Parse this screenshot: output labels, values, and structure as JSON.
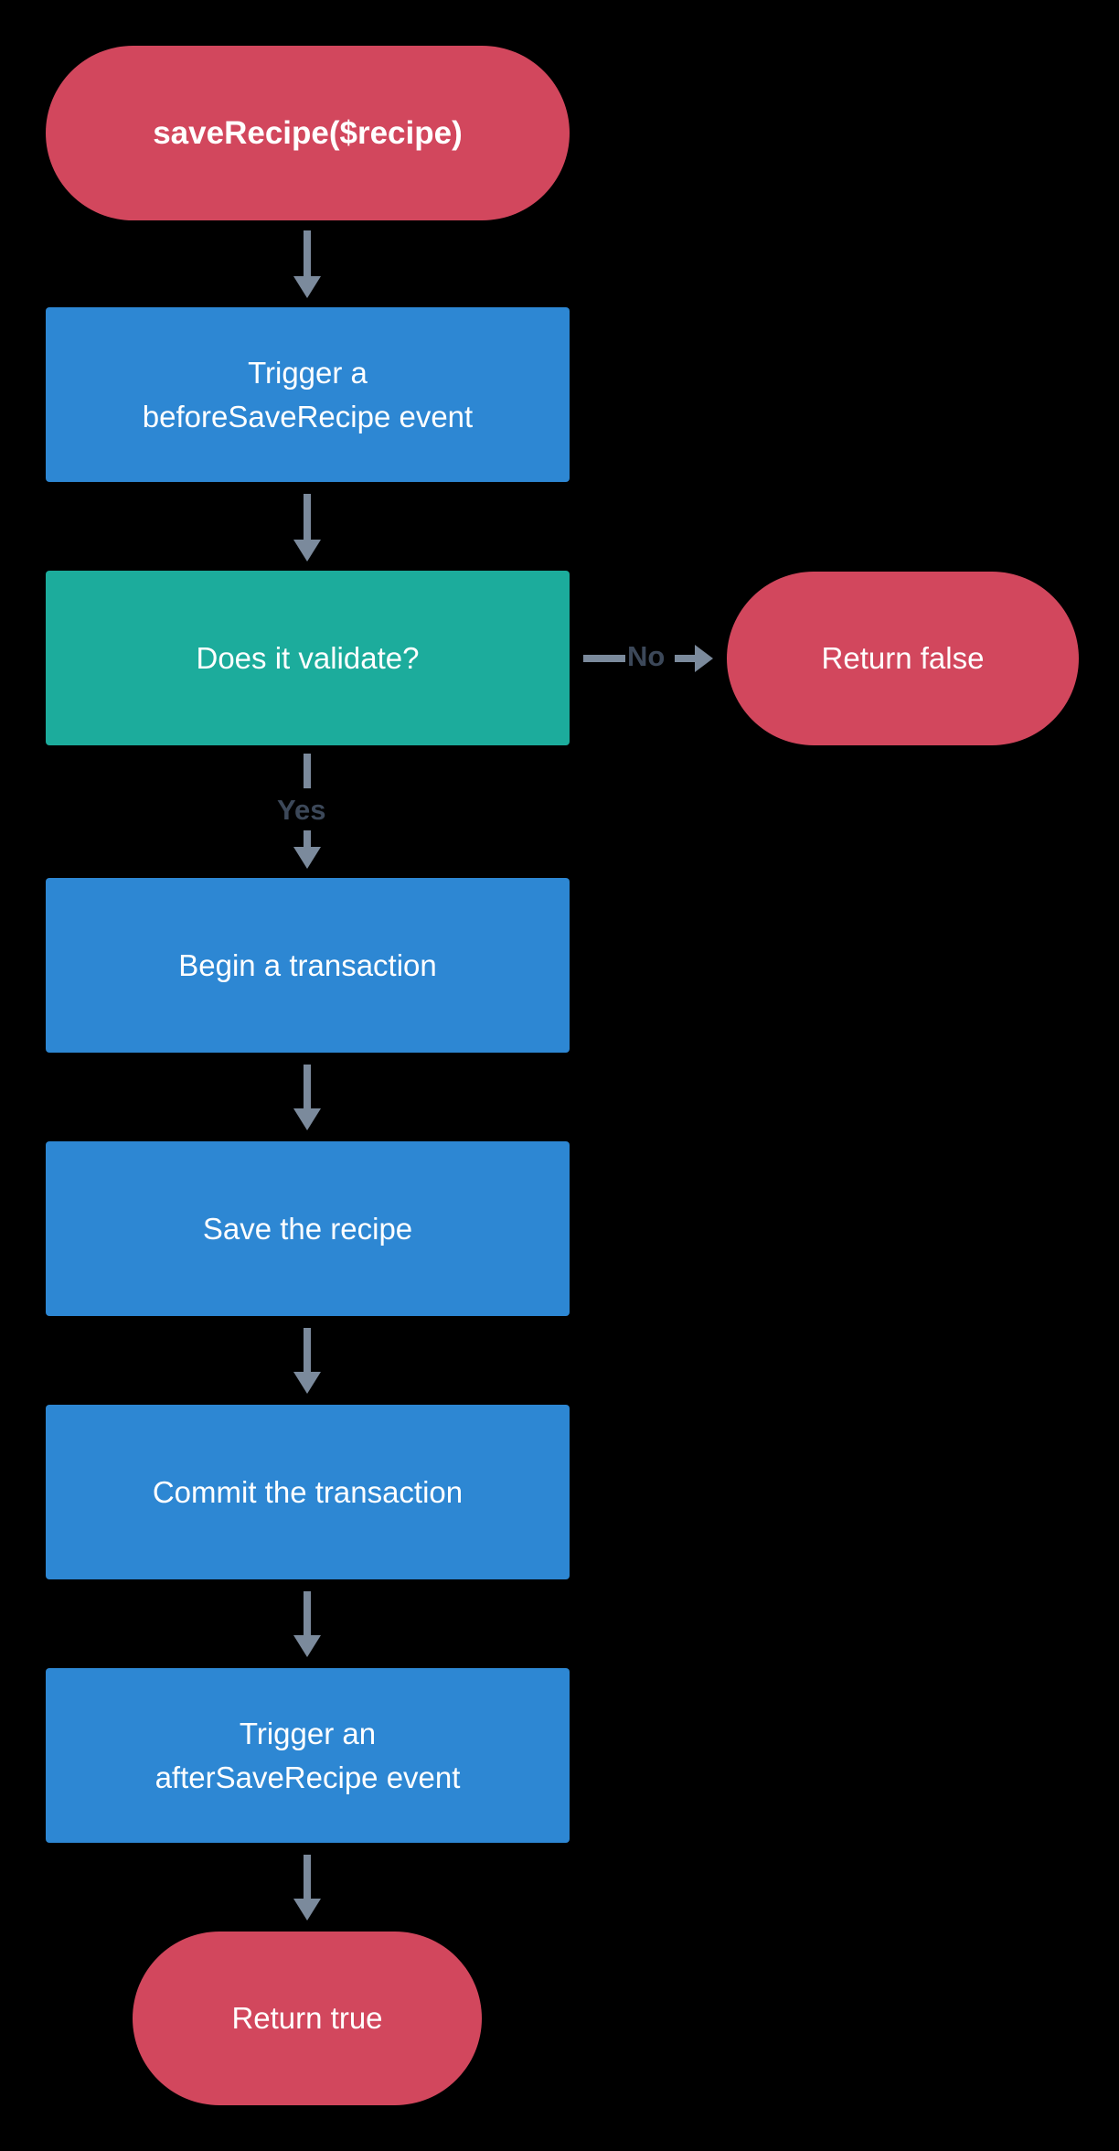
{
  "nodes": [
    {
      "id": "start",
      "type": "terminal",
      "lines": [
        "saveRecipe($recipe)"
      ]
    },
    {
      "id": "trigger-before",
      "type": "process",
      "lines": [
        "Trigger a",
        "beforeSaveRecipe event"
      ]
    },
    {
      "id": "validate",
      "type": "decision",
      "lines": [
        "Does it validate?"
      ]
    },
    {
      "id": "return-false",
      "type": "terminal",
      "lines": [
        "Return false"
      ]
    },
    {
      "id": "begin-txn",
      "type": "process",
      "lines": [
        "Begin a transaction"
      ]
    },
    {
      "id": "save-recipe",
      "type": "process",
      "lines": [
        "Save the recipe"
      ]
    },
    {
      "id": "commit-txn",
      "type": "process",
      "lines": [
        "Commit the transaction"
      ]
    },
    {
      "id": "trigger-after",
      "type": "process",
      "lines": [
        "Trigger an",
        "afterSaveRecipe event"
      ]
    },
    {
      "id": "return-true",
      "type": "terminal",
      "lines": [
        "Return true"
      ]
    }
  ],
  "edges": {
    "no_label": "No",
    "yes_label": "Yes"
  },
  "colors": {
    "background": "#000000",
    "terminal": "#d2475d",
    "process": "#2d87d3",
    "decision": "#1cac9c",
    "arrow": "#7b8a9c",
    "edge_label": "#3c4859",
    "node_text": "#ffffff"
  }
}
